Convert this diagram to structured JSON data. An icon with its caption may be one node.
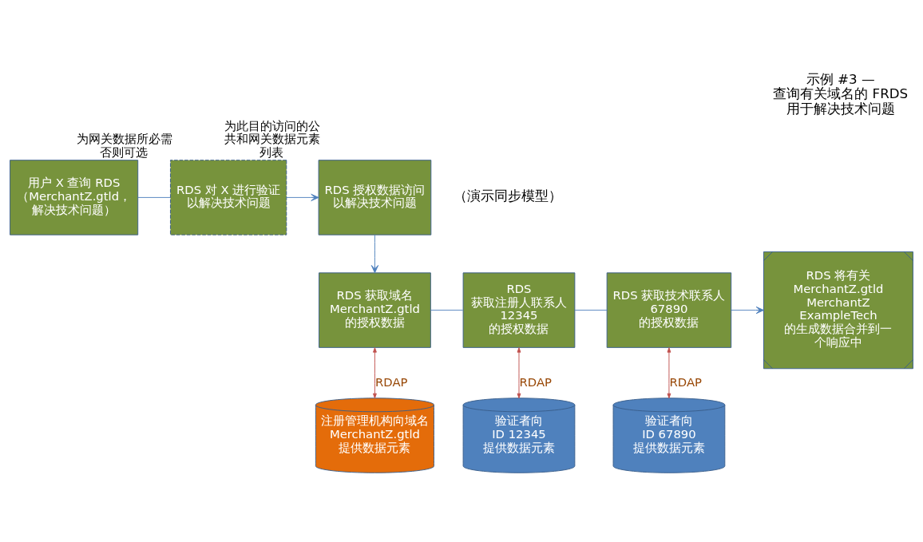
{
  "diagram": {
    "title": "示例 #3 — 查询有关域名的 FRDS 用于解决技术问题",
    "nodes": [
      {
        "text": [
          "用户 X 查询 RDS",
          "（MerchantZ.gtld，解决技术问题）"
        ]
      },
      {
        "text": [
          "RDS 对 X 进行验证",
          "以解决技术问题"
        ],
        "beside": [
          "为网关数据所必需否则可选"
        ]
      },
      {
        "text": [
          "RDS 授权数据访问",
          "以解决技术问题"
        ],
        "beside": [
          "为此目的访问的公共和网关数据元素列表"
        ]
      },
      {
        "text": [
          "RDS 获取域名 MerchantZ.gtld 的授权数据"
        ]
      },
      {
        "text": [
          "RDS 获取注册人联系人 12345",
          "的授权数据"
        ]
      },
      {
        "text": [
          "RDS 获取技术联系人 67890",
          "的授权数据"
        ]
      },
      {
        "text": [
          "RDS 将有关",
          "MerchantZ.gtld MerchantZ ExampleTech",
          "的生成数据合并到一个响应中"
        ]
      },
      {
        "text": [
          "注册管理机构向域名",
          "MerchantZ.gtld 提供数据元素"
        ]
      },
      {
        "text": [
          "验证者向",
          "ID 12345",
          "提供数据元素"
        ]
      },
      {
        "text": [
          "验证者向",
          "ID 67890",
          "提供数据元素"
        ]
      }
    ],
    "edges": [
      {
        "from": 0,
        "to": 1,
        "arrow": "none"
      },
      {
        "from": 1,
        "to": 2,
        "arrow": "to"
      },
      {
        "from": 2,
        "to": 3,
        "arrow": "to"
      },
      {
        "from": 3,
        "to": 4,
        "arrow": "none"
      },
      {
        "from": 4,
        "to": 5,
        "arrow": "none"
      },
      {
        "from": 5,
        "to": 6,
        "arrow": "to"
      },
      {
        "from": 3,
        "to": 7,
        "arrow": "both",
        "label": "RDAP",
        "color": "#c0504d"
      },
      {
        "from": 4,
        "to": 8,
        "arrow": "both",
        "label": "RDAP",
        "color": "#c0504d"
      },
      {
        "from": 5,
        "to": 9,
        "arrow": "both",
        "label": "RDAP",
        "color": "#c0504d"
      }
    ],
    "labels": [
      "（演示同步模型）"
    ]
  }
}
